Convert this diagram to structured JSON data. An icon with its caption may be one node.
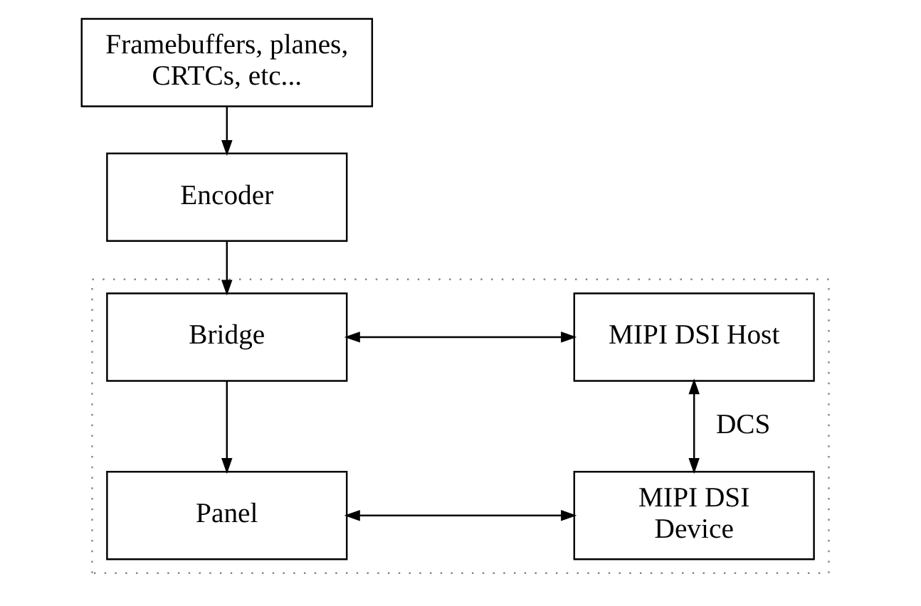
{
  "diagram": {
    "nodes": [
      {
        "text": [
          "Framebuffers, planes, CRTCs, etc..."
        ]
      },
      {
        "text": [
          "Encoder"
        ]
      },
      {
        "text": [],
        "shape": "box"
      },
      {
        "text": [
          "Bridge"
        ],
        "in": 2
      },
      {
        "text": [
          "MIPI DSI Host"
        ],
        "in": 2
      },
      {
        "text": [
          "Panel"
        ],
        "in": 2
      },
      {
        "text": [
          "MIPI DSI Device"
        ],
        "in": 2
      }
    ],
    "edges": [
      {
        "from": 0,
        "to": 1,
        "arrow": "to"
      },
      {
        "from": 1,
        "to": 3,
        "arrow": "to"
      },
      {
        "from": 3,
        "to": 4,
        "arrow": "both"
      },
      {
        "from": 3,
        "to": 5,
        "arrow": "to"
      },
      {
        "from": 4,
        "to": 6,
        "arrow": "both",
        "label": "DCS"
      },
      {
        "from": 5,
        "to": 6,
        "arrow": "both"
      }
    ]
  }
}
